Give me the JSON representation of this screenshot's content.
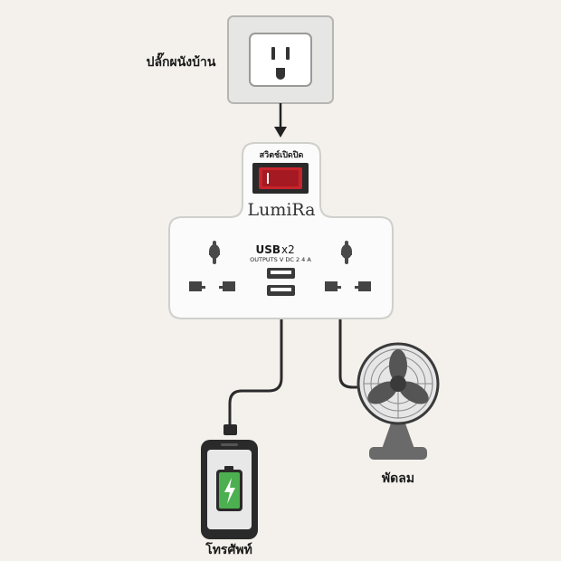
{
  "labels": {
    "wall_outlet": "ปลั๊กผนังบ้าน",
    "switch": "สวิตช์เปิดปิด",
    "brand": "LumiRa",
    "usb_title": "USB",
    "usb_count": "x2",
    "usb_spec": "OUTPUTS V DC 2 4 A",
    "phone": "โทรศัพท์",
    "fan": "พัดลม"
  },
  "colors": {
    "background": "#f4f1ec",
    "switch_red": "#c8232c",
    "battery_green": "#4caf50",
    "device_gray": "#555555"
  },
  "icons": [
    "wall-socket-icon",
    "arrow-down-icon",
    "rocker-switch-icon",
    "universal-socket-icon",
    "usb-port-icon",
    "smartphone-icon",
    "battery-charging-icon",
    "desk-fan-icon"
  ]
}
